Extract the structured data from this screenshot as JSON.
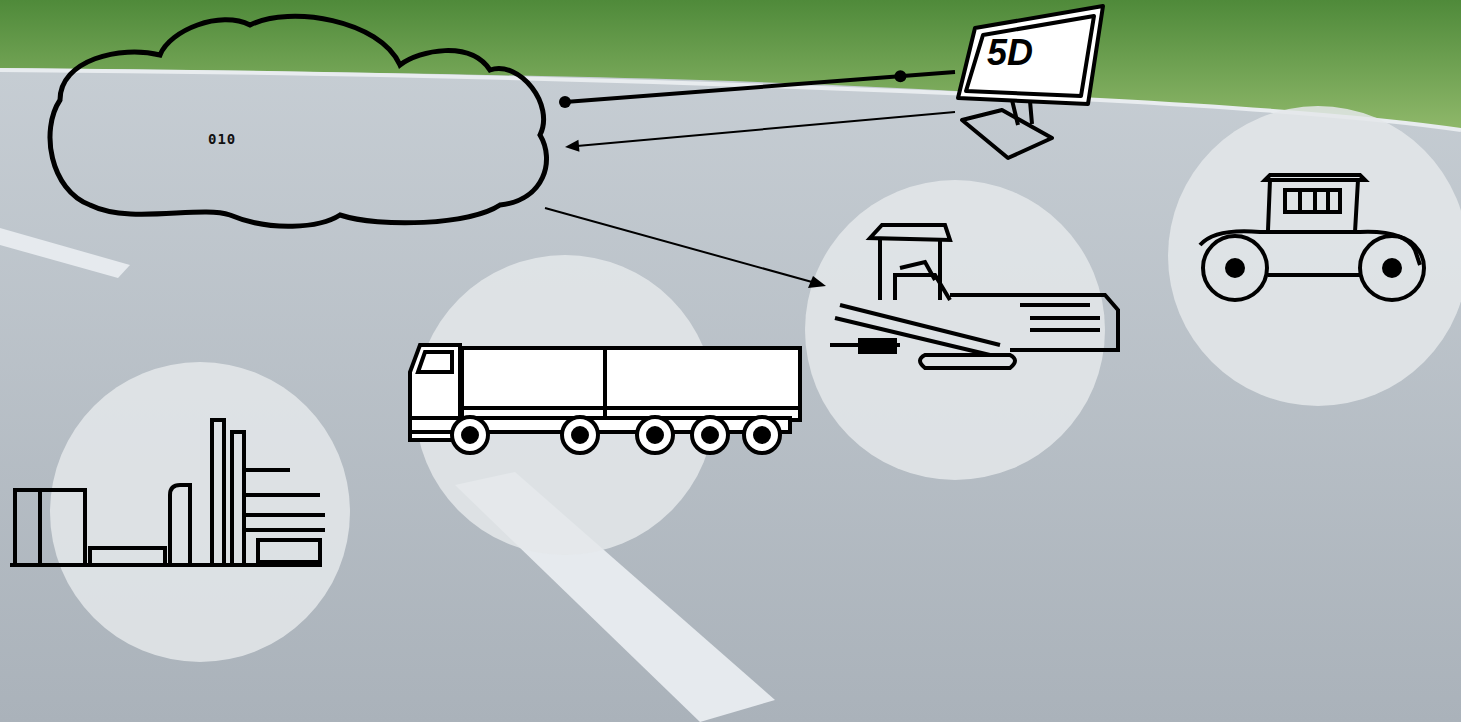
{
  "diagram": {
    "nodes": [
      {
        "text": [
          "010"
        ]
      },
      {
        "text": [
          "5D"
        ]
      }
    ],
    "edges": [
      {
        "from": 1,
        "to": 0,
        "arrow": "to"
      },
      {
        "from": 0,
        "to": 1,
        "arrow": "none"
      }
    ]
  }
}
